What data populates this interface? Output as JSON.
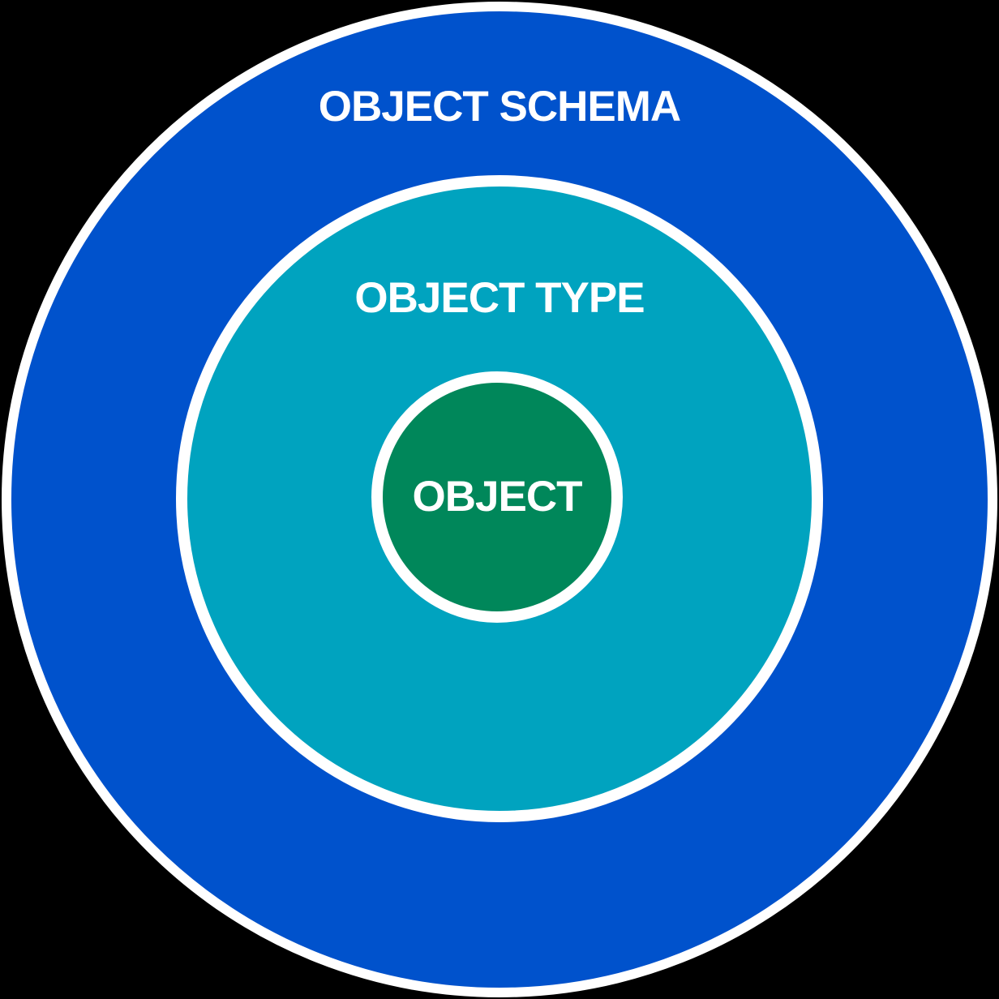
{
  "diagram": {
    "type": "nested-circles",
    "description": "Three concentric circles showing containment hierarchy",
    "background_color": "#000000",
    "ring_border_color": "#FFFFFF",
    "label_color": "#FFFFFF",
    "rings": [
      {
        "label": "OBJECT SCHEMA",
        "fill": "#0052CC",
        "level": "outer"
      },
      {
        "label": "OBJECT TYPE",
        "fill": "#00A3BF",
        "level": "middle"
      },
      {
        "label": "OBJECT",
        "fill": "#00875A",
        "level": "inner"
      }
    ]
  }
}
